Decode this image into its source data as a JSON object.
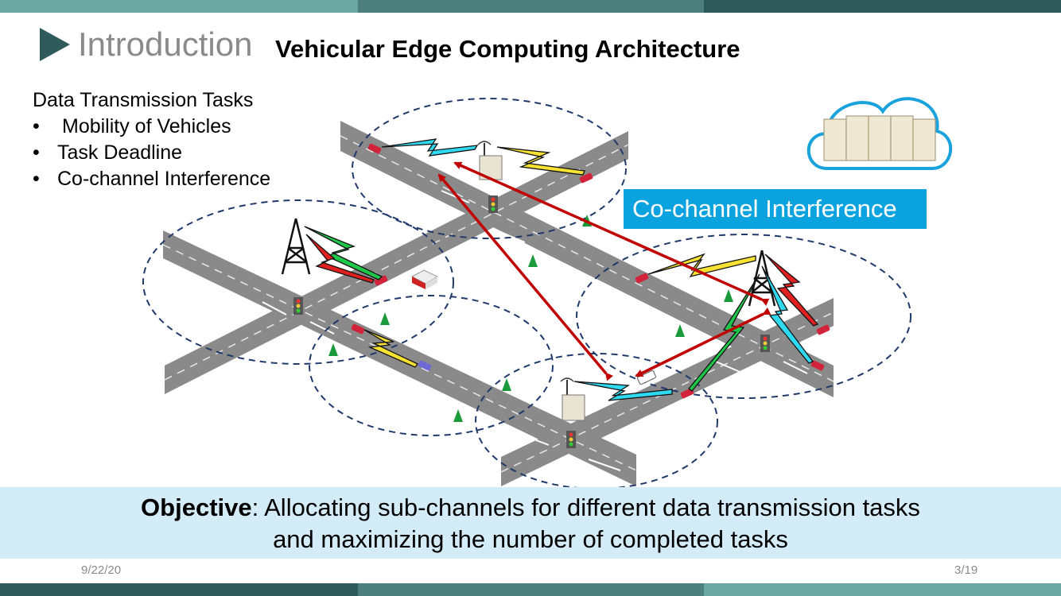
{
  "header": {
    "section_title": "Introduction",
    "slide_title": "Vehicular Edge Computing Architecture"
  },
  "bullets": {
    "heading": "Data Transmission Tasks",
    "items": [
      "Mobility of Vehicles",
      "Task Deadline",
      "Co-channel Interference"
    ],
    "bullet_char": "•"
  },
  "diagram": {
    "interference_label": "Co-channel Interference"
  },
  "objective": {
    "label": "Objective",
    "line1": ": Allocating sub-channels for different data transmission tasks",
    "line2": "and maximizing the number of completed tasks"
  },
  "footer": {
    "date": "9/22/20",
    "page": "3/19"
  },
  "colors": {
    "accent_dark": "#2f5a5c",
    "accent_mid": "#4c7f7d",
    "accent_light": "#6aa6a2",
    "label_bg": "#0aa3e0",
    "objective_bg": "#d3ecf7",
    "arrow_red": "#c00000"
  }
}
